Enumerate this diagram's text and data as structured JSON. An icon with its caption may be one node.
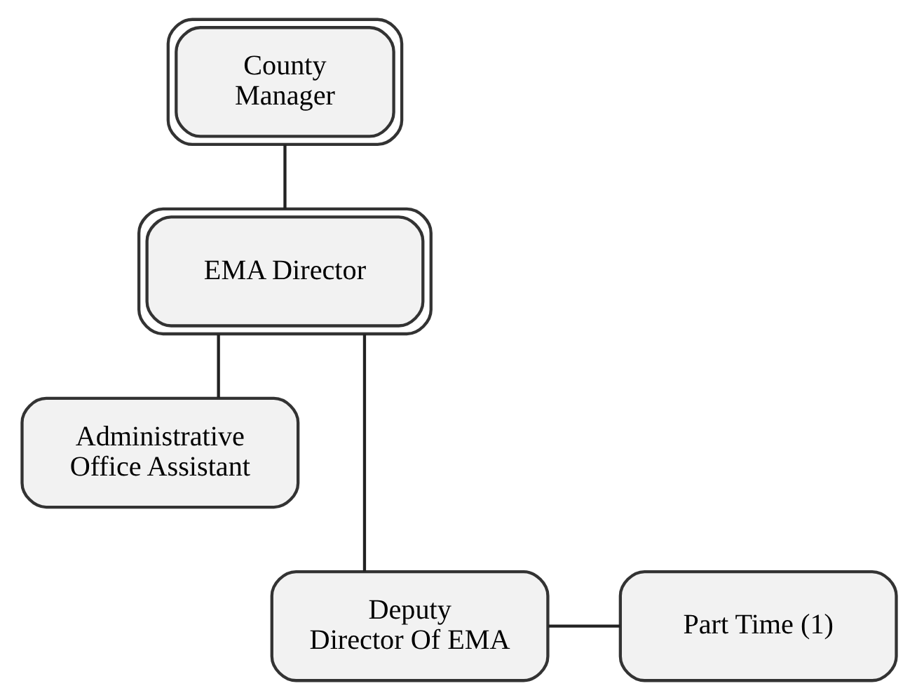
{
  "diagram": {
    "nodes": [
      {
        "text": [
          "County Manager"
        ]
      },
      {
        "text": [
          "EMA Director"
        ]
      },
      {
        "text": [
          "Administrative Office Assistant"
        ]
      },
      {
        "text": [
          "Deputy Director Of EMA"
        ]
      },
      {
        "text": [
          "Part Time (1)"
        ]
      }
    ],
    "edges": [
      {
        "from": 0,
        "to": 1,
        "arrow": "none"
      },
      {
        "from": 1,
        "to": 2,
        "arrow": "none"
      },
      {
        "from": 1,
        "to": 3,
        "arrow": "none"
      },
      {
        "from": 3,
        "to": 4,
        "arrow": "none"
      }
    ]
  }
}
